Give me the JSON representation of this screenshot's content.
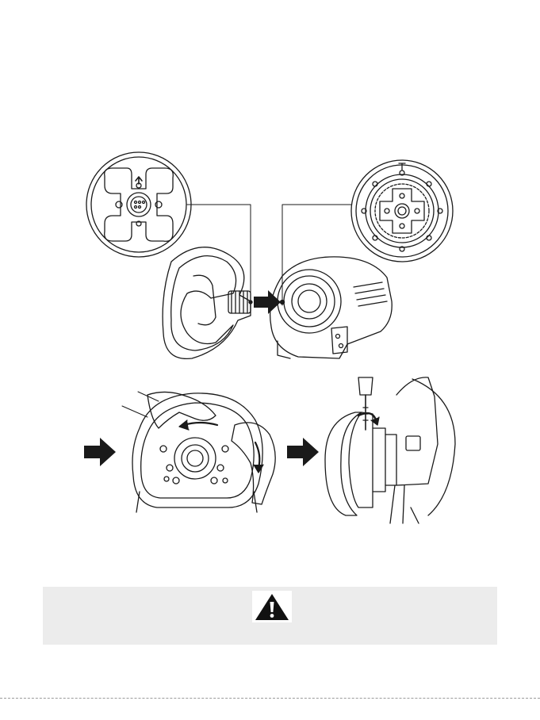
{
  "page": {
    "background": "#ffffff",
    "line_color": "#1a1a1a"
  },
  "figure": {
    "panels": [
      "wheel-rear-closeup",
      "base-front-closeup",
      "wheel-to-base-attach",
      "hands-rotating-wheel",
      "screw-tightening-side-view"
    ],
    "icons": [
      "right-arrow",
      "rotate-arrow",
      "screwdriver"
    ]
  },
  "warning": {
    "icon": "warning-triangle-icon",
    "background": "#ececec"
  }
}
